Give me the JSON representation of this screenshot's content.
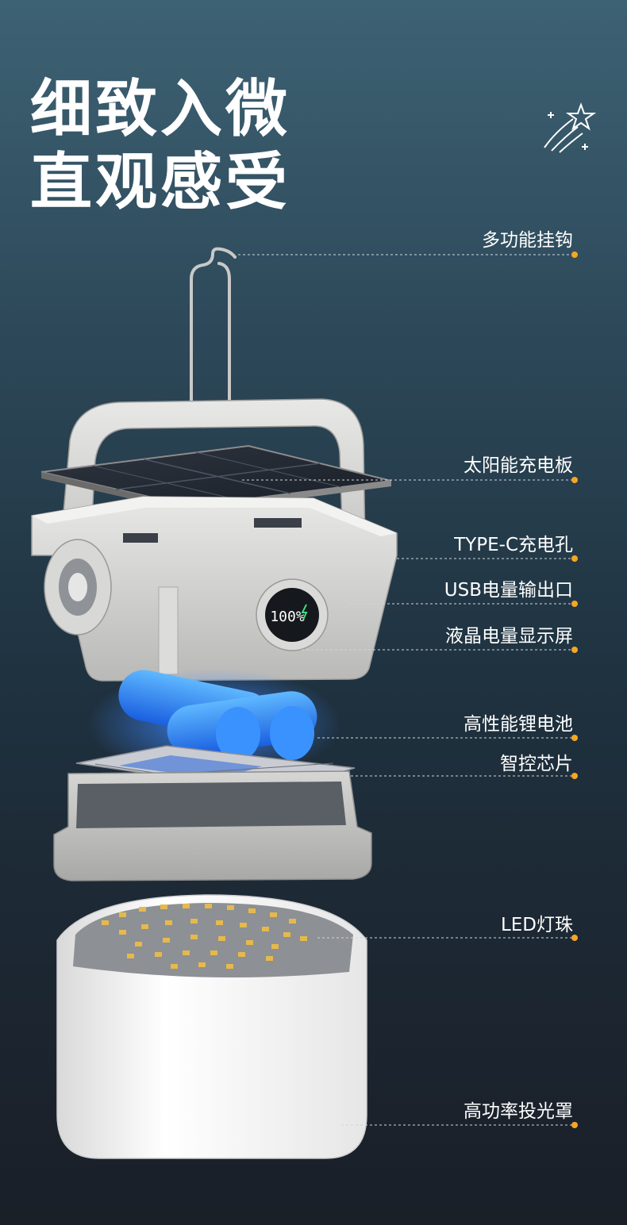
{
  "headline": {
    "line1": "细致入微",
    "line2": "直观感受"
  },
  "battery_display": {
    "value": "100%"
  },
  "callouts": [
    {
      "id": "hook",
      "label": "多功能挂钩"
    },
    {
      "id": "solar",
      "label": "太阳能充电板"
    },
    {
      "id": "typec",
      "label": "TYPE-C充电孔"
    },
    {
      "id": "usb",
      "label": "USB电量输出口"
    },
    {
      "id": "lcd",
      "label": "液晶电量显示屏"
    },
    {
      "id": "battery",
      "label": "高性能锂电池"
    },
    {
      "id": "chip",
      "label": "智控芯片"
    },
    {
      "id": "led",
      "label": "LED灯珠"
    },
    {
      "id": "cover",
      "label": "高功率投光罩"
    }
  ],
  "colors": {
    "accent_dot": "#f5a623",
    "title": "#ffffff",
    "battery_glow": "#2b7bff"
  },
  "icons": [
    "star-sparkle-icon"
  ]
}
